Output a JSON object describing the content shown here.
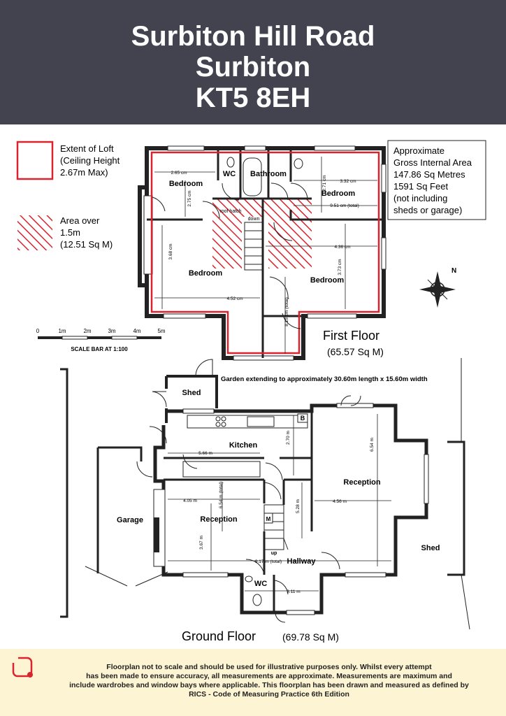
{
  "header": {
    "line1": "Surbiton Hill Road",
    "line2": "Surbiton",
    "line3": "KT5 8EH"
  },
  "legend": {
    "loft_label_1": "Extent of Loft",
    "loft_label_2": "(Ceiling Height",
    "loft_label_3": "2.67m Max)",
    "area_label_1": "Area over",
    "area_label_2": "1.5m",
    "area_label_3": "(12.51 Sq M)"
  },
  "area_box": {
    "l1": "Approximate",
    "l2": "Gross Internal Area",
    "l3": "147.86 Sq Metres",
    "l4": "1591 Sq Feet",
    "l5": "(not including",
    "l6": "sheds or garage)"
  },
  "scale_bar": {
    "ticks": [
      "0",
      "1m",
      "2m",
      "3m",
      "4m",
      "5m"
    ],
    "label": "SCALE BAR AT 1:100"
  },
  "first_floor": {
    "title": "First Floor",
    "area": "(65.57 Sq M)",
    "rooms": {
      "bedroom_tl": "Bedroom",
      "wc": "WC",
      "bathroom": "Bathroom",
      "bedroom_tr": "Bedroom",
      "bedroom_bl": "Bedroom",
      "bedroom_br": "Bedroom"
    },
    "labels": {
      "roof_hatch": "roof hatch",
      "down": "down"
    },
    "dims": {
      "d1": "2.65 cm",
      "d2": "2.75 cm",
      "d3": "2.71 cm",
      "d4": "3.32 cm",
      "d5": "9.51 cm (total)",
      "d6": "3.68 cm",
      "d7": "4.52 cm",
      "d8": "4.36 cm",
      "d9": "3.73 cm",
      "d10": "8.15 cm (total)"
    }
  },
  "ground_floor": {
    "title": "Ground Floor",
    "area": "(69.78 Sq M)",
    "garden": "Garden extending to approximately 30.60m length x 15.60m width",
    "rooms": {
      "shed_top": "Shed",
      "kitchen": "Kitchen",
      "reception_right": "Reception",
      "garage": "Garage",
      "reception_left": "Reception",
      "hallway": "Hallway",
      "wc": "WC",
      "shed_right": "Shed"
    },
    "labels": {
      "b": "B",
      "m": "M",
      "up": "up"
    },
    "dims": {
      "d1": "2.70 m",
      "d2": "6.54 m",
      "d3": "5.66 m",
      "d4": "4.05 m",
      "d5": "6.54 m (total)",
      "d6": "5.28 m",
      "d7": "4.56 m",
      "d8": "3.67 m",
      "d9": "9.17 m (total)",
      "d10": "3.11 m"
    }
  },
  "footer": {
    "line1": "Floorplan not to scale and should be used for illustrative purposes only.  Whilst every attempt",
    "line2": "has been made to ensure accuracy, all measurements are approximate.  Measurements are maximum and",
    "line3": "include wardrobes and window bays where applicable. This floorplan has been drawn and measured as defined by",
    "line4": "RICS - Code of Measuring Practice 6th Edition"
  },
  "colors": {
    "header_bg": "#43434f",
    "footer_bg": "#fdf4d3",
    "loft_red": "#d9232e",
    "wall": "#222222"
  }
}
